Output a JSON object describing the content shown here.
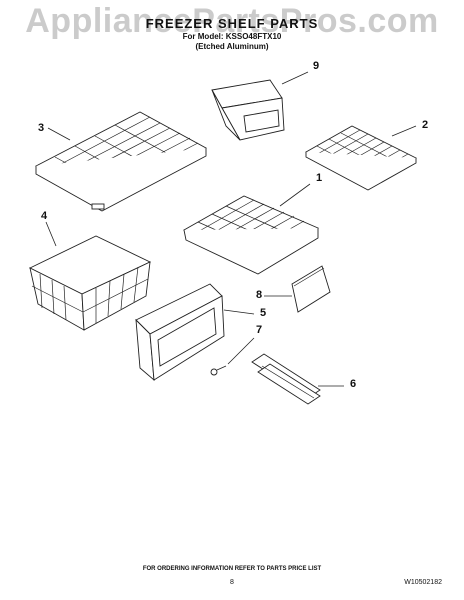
{
  "watermark": "AppliancePartsPros.com",
  "title": "FREEZER SHELF PARTS",
  "model_line": "For Model: KSSO48FTX10",
  "finish_line": "(Etched Aluminum)",
  "callouts": {
    "c1": "1",
    "c2": "2",
    "c3": "3",
    "c4": "4",
    "c5": "5",
    "c6": "6",
    "c7": "7",
    "c8": "8",
    "c9": "9"
  },
  "footer": "FOR ORDERING INFORMATION REFER TO PARTS PRICE LIST",
  "page_number": "8",
  "document_number": "W10502182"
}
